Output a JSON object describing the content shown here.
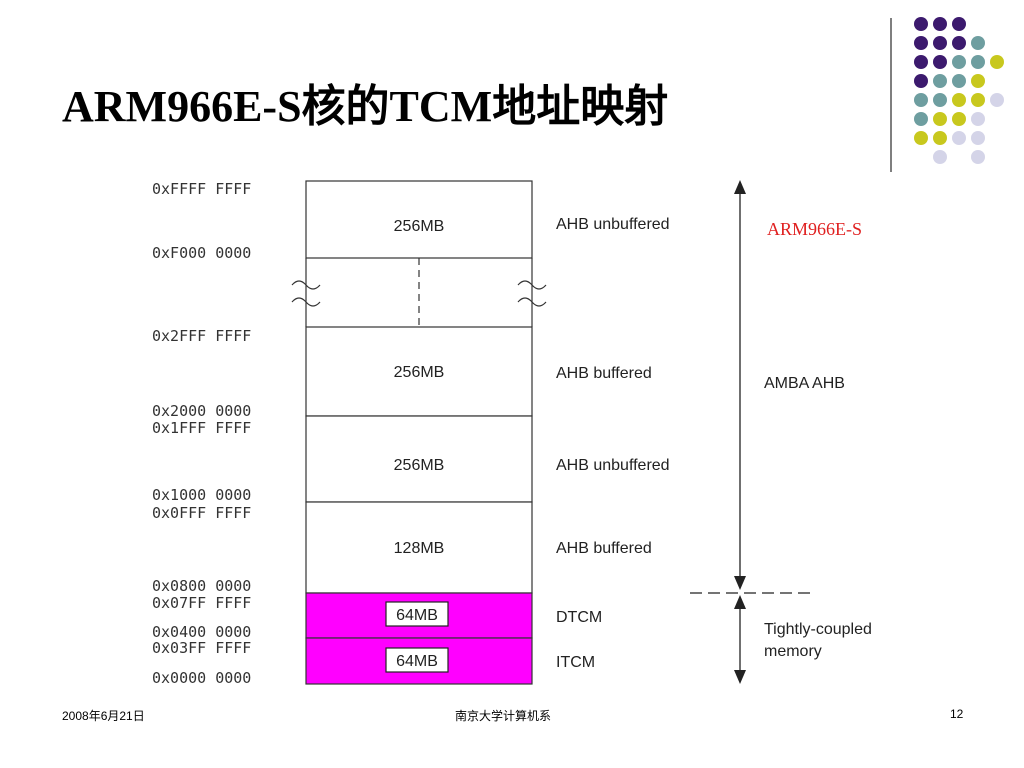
{
  "slide": {
    "title": "ARM966E-S核的TCM地址映射",
    "footer": {
      "date": "2008年6月21日",
      "org": "南京大学计算机系",
      "page": "12"
    }
  },
  "diagram": {
    "chip_label": "ARM966E-S",
    "addresses": [
      "0xFFFF FFFF",
      "0xF000 0000",
      "0x2FFF FFFF",
      "0x2000 0000",
      "0x1FFF FFFF",
      "0x1000 0000",
      "0x0FFF FFFF",
      "0x0800 0000",
      "0x07FF FFFF",
      "0x0400 0000",
      "0x03FF FFFF",
      "0x0000 0000"
    ],
    "regions": [
      {
        "size": "256MB",
        "label": "AHB unbuffered"
      },
      {
        "size": "256MB",
        "label": "AHB buffered"
      },
      {
        "size": "256MB",
        "label": "AHB unbuffered"
      },
      {
        "size": "128MB",
        "label": "AHB buffered"
      },
      {
        "size": "64MB",
        "label": "DTCM"
      },
      {
        "size": "64MB",
        "label": "ITCM"
      }
    ],
    "bus_label": "AMBA AHB",
    "tcm_label_line1": "Tightly-coupled",
    "tcm_label_line2": "memory",
    "tcm_color": "#ff00ff"
  },
  "decor": {
    "colors": {
      "purple": "#3c1a6e",
      "teal": "#6e9ea0",
      "yellow": "#c8c81e",
      "lavender": "#d4d4e8"
    }
  }
}
